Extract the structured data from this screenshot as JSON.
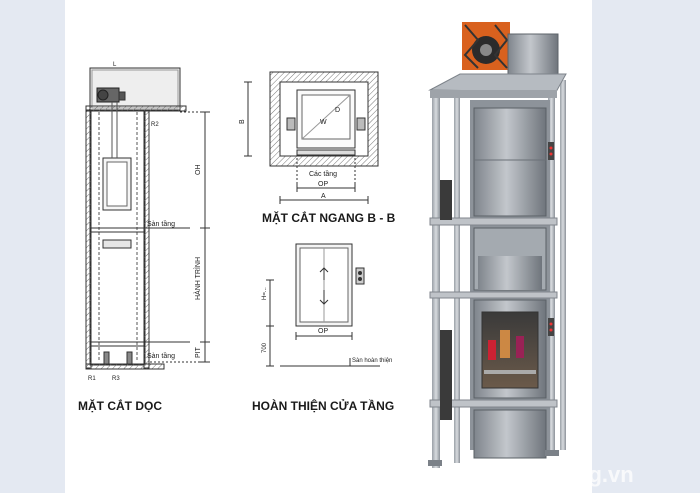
{
  "labels": {
    "section_vertical": "MẶT CẮT DỌC",
    "section_horizontal": "MẶT CẮT NGANG B - B",
    "floor_door_finish": "HOÀN THIỆN CỬA TẦNG",
    "floor_label_1": "Sàn tầng",
    "floor_label_2": "Sàn tầng",
    "floors_label": "Các tầng",
    "finished_floor": "Sàn hoàn thiện",
    "travel": "HÀNH TRÌNH",
    "oh": "OH",
    "pit": "PIT",
    "dim_b": "B",
    "dim_a": "A",
    "dim_op_1": "OP",
    "dim_op_2": "OP",
    "dim_d": "D",
    "dim_w": "W",
    "dim_700": "700",
    "dim_h": "H=...",
    "dim_l": "L",
    "r1": "R1",
    "r2": "R2",
    "r3": "R3",
    "watermark": "thietbiacg.vn"
  },
  "colors": {
    "frame": "#c8cbcf",
    "steel": "#a9aeb4",
    "cabin": "#8f959c",
    "motor": "#d9611e",
    "line": "#333333"
  }
}
